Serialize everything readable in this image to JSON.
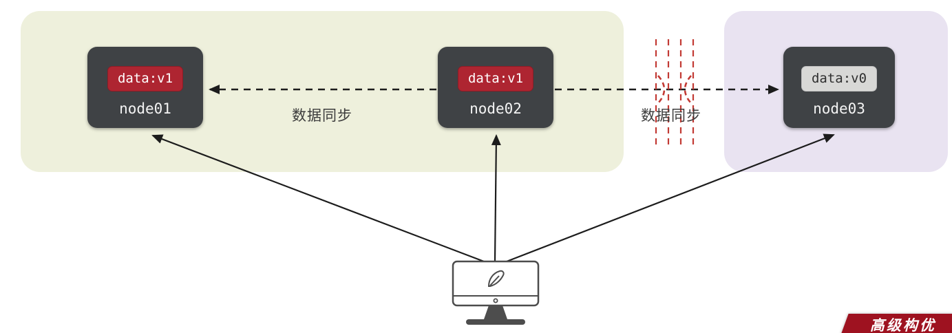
{
  "diagram": {
    "colors": {
      "region_green": "#eef0dc",
      "region_purple": "#e9e3f1",
      "node_bg": "#3f4245",
      "badge_red": "#ae2531",
      "badge_gray": "#d8d8d6",
      "arrow_black": "#1c1c1c",
      "partition_red": "#c23a34",
      "banner_red": "#9e1220"
    },
    "nodes": [
      {
        "name": "node01",
        "data_label": "data:v1",
        "badge_bg": "#ae2531",
        "badge_fg": "#ffffff"
      },
      {
        "name": "node02",
        "data_label": "data:v1",
        "badge_bg": "#ae2531",
        "badge_fg": "#ffffff"
      },
      {
        "name": "node03",
        "data_label": "data:v0",
        "badge_bg": "#d8d8d6",
        "badge_fg": "#2e2e2e"
      }
    ],
    "sync_labels": {
      "left": "数据同步",
      "right": "数据同步"
    },
    "icons": {
      "client": "computer-monitor-with-pen-icon",
      "partition": "network-partition-break-icon"
    },
    "watermark": "高级构优"
  }
}
